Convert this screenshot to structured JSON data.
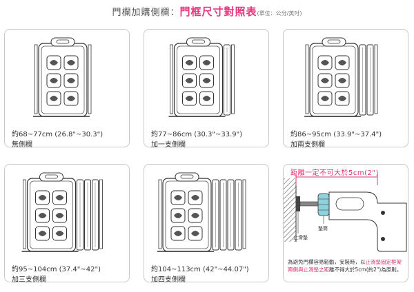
{
  "header": {
    "prefix": "門欄加購側欄：",
    "highlight": "門框尺寸對照表",
    "unit_note": "(單位：公分/英吋)"
  },
  "cards": [
    {
      "range": "約68~77cm (26.8\"~30.3\")",
      "label": "無側欄"
    },
    {
      "range": "約77~86cm (30.3\"~33.9\")",
      "label": "加一支側欄"
    },
    {
      "range": "約86~95cm (33.9\"~37.4\")",
      "label": "加兩支側欄"
    },
    {
      "range": "約95~104cm (37.4\"~42\")",
      "label": "加三支側欄"
    },
    {
      "range": "約104~113cm (42\"~44.07\")",
      "label": "加四支側欄"
    }
  ],
  "install_note": {
    "title": "距離一定不可大於5cm(2\")",
    "label_rubber": "墊筒",
    "label_stopper": "止滑墊",
    "text_1": "為避免門欄容易鬆動，安裝時，以",
    "text_red": "止滑墊固定框架兩側與止滑墊之距",
    "text_2": "離不得大於5cm(約2\")為原則。"
  },
  "colors": {
    "accent": "#e8357f",
    "border": "#c9c9c9",
    "line": "#333333"
  }
}
